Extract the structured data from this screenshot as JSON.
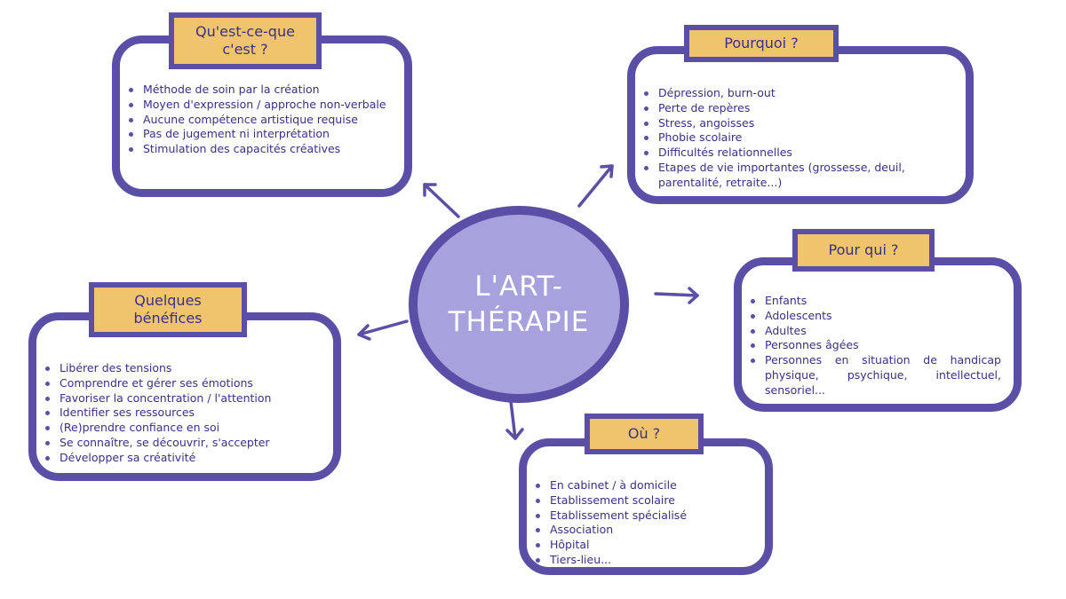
{
  "center": {
    "line1": "L'ART-",
    "line2": "THÉRAPIE"
  },
  "cards": {
    "what": {
      "title_line1": "Qu'est-ce-que",
      "title_line2": "c'est ?",
      "items": [
        "Méthode de soin par la création",
        "Moyen d'expression / approche non-verbale",
        "Aucune compétence artistique requise",
        "Pas de jugement ni interprétation",
        "Stimulation des capacités créatives"
      ]
    },
    "why": {
      "title": "Pourquoi ?",
      "items": [
        "Dépression, burn-out",
        "Perte de repères",
        "Stress, angoisses",
        "Phobie scolaire",
        "Difficultés relationnelles",
        "Etapes de vie importantes (grossesse, deuil, parentalité, retraite...)"
      ]
    },
    "for_whom": {
      "title": "Pour qui ?",
      "items": [
        "Enfants",
        "Adolescents",
        "Adultes",
        "Personnes âgées",
        "Personnes en situation de handicap physique, psychique, intellectuel, sensoriel..."
      ]
    },
    "where": {
      "title": "Où ?",
      "items": [
        "En cabinet / à domicile",
        "Etablissement scolaire",
        "Etablissement spécialisé",
        "Association",
        "Hôpital",
        "Tiers-lieu..."
      ]
    },
    "benefits": {
      "title_line1": "Quelques",
      "title_line2": "bénéfices",
      "items": [
        "Libérer des tensions",
        "Comprendre et gérer ses émotions",
        "Favoriser la concentration / l'attention",
        "Identifier ses ressources",
        "(Re)prendre confiance en soi",
        "Se connaître, se découvrir, s'accepter",
        "Développer sa créativité"
      ]
    }
  },
  "colors": {
    "outline": "#5b4ea6",
    "hub_fill": "#a7a2de",
    "tag_fill": "#f0c46c",
    "text": "#3b2f86"
  }
}
